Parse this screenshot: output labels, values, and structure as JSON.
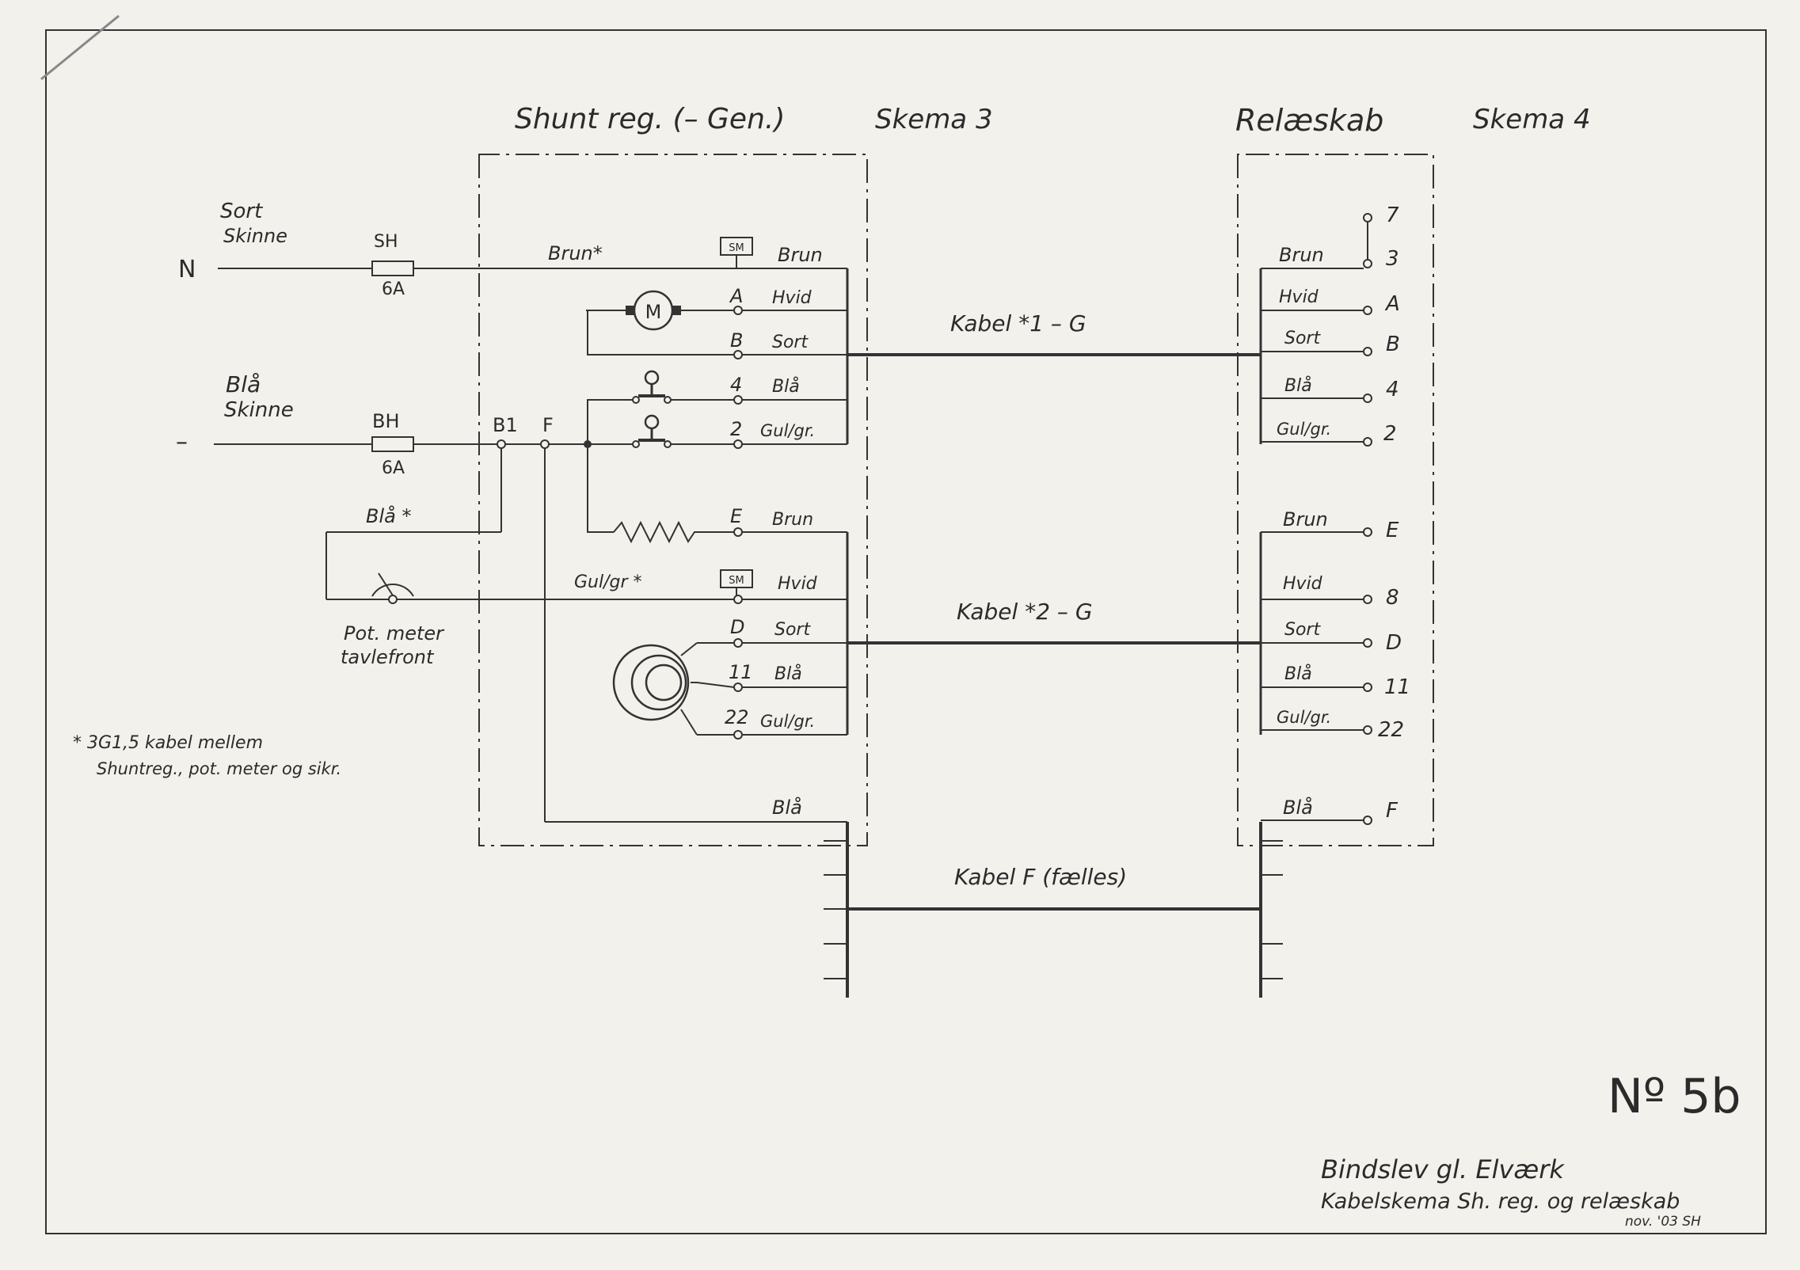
{
  "titles": {
    "shunt": "Shunt reg. (– Gen.)",
    "shunt_skema": "Skema 3",
    "relay": "Relæskab",
    "relay_skema": "Skema 4"
  },
  "supply": {
    "sort_line": "Sort",
    "sort_rail": "Skinne",
    "n_label": "N",
    "blaa_line": "Blå",
    "blaa_rail": "Skinne",
    "minus_label": "–",
    "fuse_sh": "SH",
    "fuse_sh_rating": "6A",
    "fuse_bh": "BH",
    "fuse_bh_rating": "6A"
  },
  "shunt_terminals": {
    "b1": "B1",
    "f": "F",
    "brun_star": "Brun*",
    "sm": "SM",
    "brun": "Brun",
    "a": "A",
    "hvid": "Hvid",
    "b": "B",
    "sort": "Sort",
    "t4": "4",
    "blaa": "Blå",
    "t2": "2",
    "gulgr": "Gul/gr.",
    "e": "E",
    "brun_e": "Brun",
    "blaa_star": "Blå *",
    "gulgr_star": "Gul/gr *",
    "sm2": "SM",
    "hvid2": "Hvid",
    "d": "D",
    "sort2": "Sort",
    "t11": "11",
    "blaa2": "Blå",
    "t22": "22",
    "gulgr2": "Gul/gr.",
    "blaa_f": "Blå",
    "motor": "M"
  },
  "pot_meter": {
    "line1": "Pot. meter",
    "line2": "tavlefront"
  },
  "cables": {
    "k1": "Kabel *1 – G",
    "k2": "Kabel *2 – G",
    "kf": "Kabel F (fælles)"
  },
  "relay_terminals": {
    "t7": "7",
    "brun": "Brun",
    "t3": "3",
    "hvid": "Hvid",
    "ta": "A",
    "sort": "Sort",
    "tb": "B",
    "blaa": "Blå",
    "t4": "4",
    "gulgr": "Gul/gr.",
    "t2": "2",
    "brun2": "Brun",
    "te": "E",
    "hvid2": "Hvid",
    "t8": "8",
    "sort2": "Sort",
    "td": "D",
    "blaa2": "Blå",
    "t11": "11",
    "gulgr2": "Gul/gr.",
    "t22": "22",
    "blaa3": "Blå",
    "tf": "F"
  },
  "footnote": {
    "line1": "* 3G1,5 kabel mellem",
    "line2": "Shuntreg., pot. meter og sikr."
  },
  "stamp": {
    "number": "Nº 5b",
    "line1": "Bindslev gl. Elværk",
    "line2": "Kabelskema Sh. reg. og relæskab",
    "line3": "nov. '03 SH"
  },
  "colors": {
    "paper": "#f3f1ec",
    "ink": "#2b2b2b"
  }
}
